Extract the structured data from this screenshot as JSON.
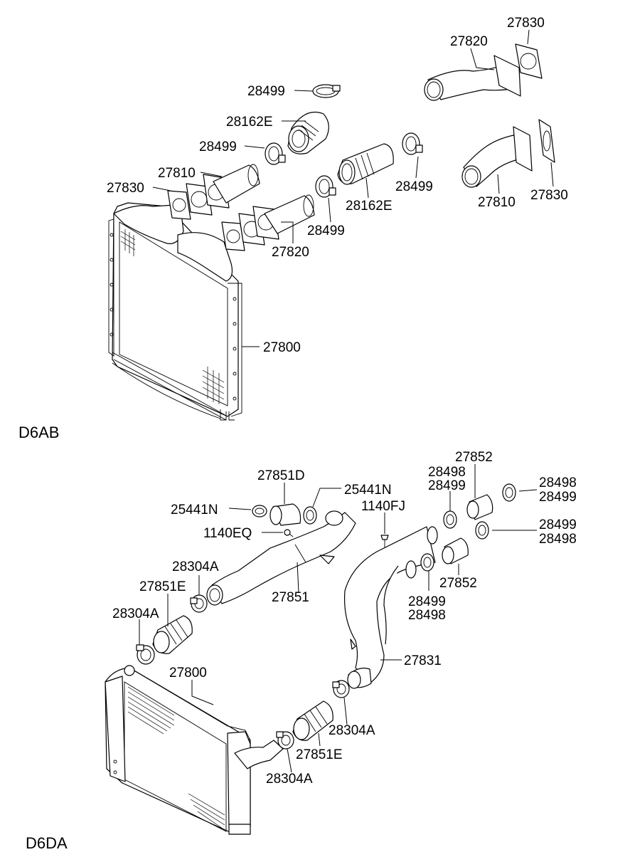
{
  "sections": {
    "top": "D6AB",
    "bottom": "D6DA"
  },
  "labels": {
    "top_27830_a": "27830",
    "top_27820_a": "27820",
    "top_28499_a": "28499",
    "top_28162E_a": "28162E",
    "top_28499_b": "28499",
    "top_27810_a": "27810",
    "top_27830_b": "27830",
    "top_28499_c": "28499",
    "top_28162E_b": "28162E",
    "top_28499_d": "28499",
    "top_27810_b": "27810",
    "top_27830_c": "27830",
    "top_27820_b": "27820",
    "top_27800": "27800",
    "bot_27852_a": "27852",
    "bot_28498_a1": "28498",
    "bot_28499_a2": "28499",
    "bot_28498_b1": "28498",
    "bot_28499_b2": "28499",
    "bot_27851D": "27851D",
    "bot_25441N_a": "25441N",
    "bot_25441N_b": "25441N",
    "bot_1140FJ": "1140FJ",
    "bot_1140EQ": "1140EQ",
    "bot_28499_c1": "28499",
    "bot_28498_c2": "28498",
    "bot_28304A_a": "28304A",
    "bot_27851E_a": "27851E",
    "bot_27852_b": "27852",
    "bot_27851": "27851",
    "bot_28499_d1": "28499",
    "bot_28498_d2": "28498",
    "bot_28304A_b": "28304A",
    "bot_27800": "27800",
    "bot_27831": "27831",
    "bot_28304A_c": "28304A",
    "bot_27851E_b": "27851E",
    "bot_28304A_d": "28304A"
  }
}
